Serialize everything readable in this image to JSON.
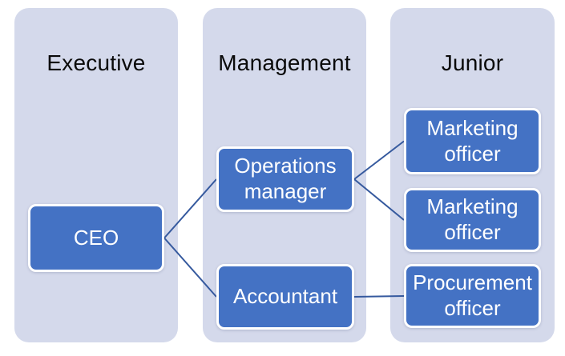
{
  "diagram": {
    "type": "org-chart",
    "columns": [
      {
        "id": "executive",
        "label": "Executive"
      },
      {
        "id": "management",
        "label": "Management"
      },
      {
        "id": "junior",
        "label": "Junior"
      }
    ],
    "nodes": {
      "ceo": {
        "label": "CEO",
        "column": "executive"
      },
      "operations_manager": {
        "label": "Operations manager",
        "column": "management"
      },
      "accountant": {
        "label": "Accountant",
        "column": "management"
      },
      "marketing_officer_1": {
        "label": "Marketing officer",
        "column": "junior"
      },
      "marketing_officer_2": {
        "label": "Marketing officer",
        "column": "junior"
      },
      "procurement_officer": {
        "label": "Procurement officer",
        "column": "junior"
      }
    },
    "edges": [
      {
        "from": "ceo",
        "to": "operations_manager"
      },
      {
        "from": "ceo",
        "to": "accountant"
      },
      {
        "from": "operations_manager",
        "to": "marketing_officer_1"
      },
      {
        "from": "operations_manager",
        "to": "marketing_officer_2"
      },
      {
        "from": "accountant",
        "to": "procurement_officer"
      }
    ],
    "colors": {
      "background": "#ffffff",
      "lane_fill": "#D4D9EB",
      "node_fill": "#4472C4",
      "node_border": "#ffffff",
      "node_text": "#ffffff",
      "heading_text": "#0a0a0a",
      "connector": "#35599E"
    },
    "connector_width": 2
  }
}
